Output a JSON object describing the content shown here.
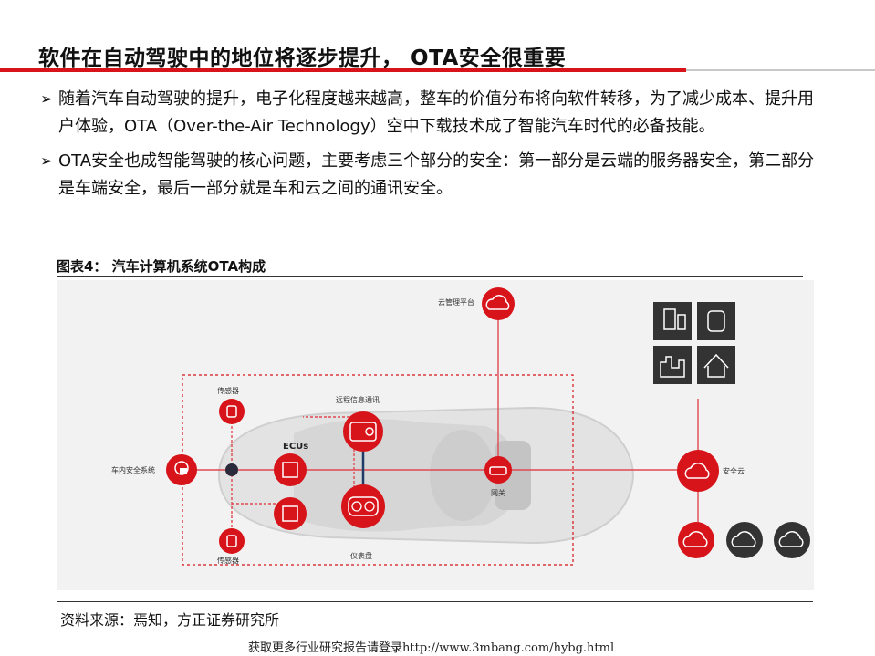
{
  "page": {
    "title": "软件在自动驾驶中的地位将逐步提升， OTA安全很重要",
    "bullet_mark": "➢",
    "bullets": [
      "随着汽车自动驾驶的提升，电子化程度越来越高，整车的价值分布将向软件转移，为了减少成本、提升用户体验，OTA（Over-the-Air Technology）空中下载技术成了智能汽车时代的必备技能。",
      "OTA安全也成智能驾驶的核心问题，主要考虑三个部分的安全：第一部分是云端的服务器安全，第二部分是车端安全，最后一部分就是车和云之间的通讯安全。"
    ],
    "figure_caption": "图表4： 汽车计算机系统OTA构成",
    "source": "资料来源：焉知，方正证券研究所",
    "footer": "获取更多行业研究报告请登录http://www.3mbang.com/hybg.html"
  },
  "diagram": {
    "cloud_platform": "云管理平台",
    "sensor_top": "传感器",
    "sensor_bottom": "传感器",
    "telematics": "远程信息通讯",
    "ecus": "ECUs",
    "in_vehicle_security": "车内安全系统",
    "gateway": "网关",
    "instrument": "仪表盘",
    "secure_cloud": "安全云"
  },
  "colors": {
    "accent_red": "#d7141a",
    "line_red": "#e04a52",
    "dark_grey": "#3a3a3a"
  },
  "icons": [
    "cloud-lock-icon",
    "tablet-phone-icon",
    "smartwatch-icon",
    "city-icon",
    "smart-home-icon",
    "lock-icon",
    "wifi-router-icon",
    "chip-icon",
    "speedometer-icon",
    "radio-icon",
    "dna-cloud-icon",
    "cloud-chart-icon",
    "cloud-tower-icon"
  ]
}
